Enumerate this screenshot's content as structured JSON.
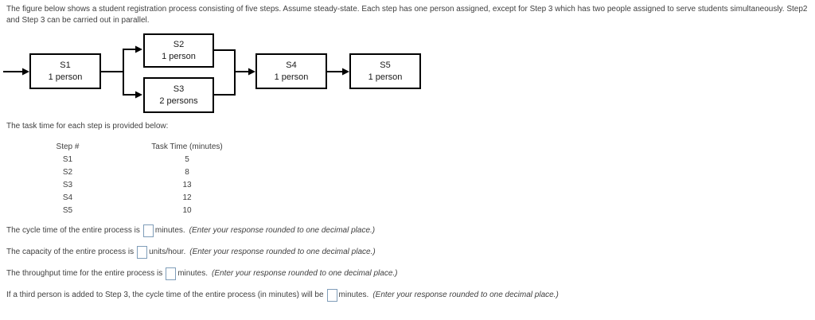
{
  "intro": {
    "text": "The figure below shows a student registration process consisting of five steps. Assume steady-state. Each step has one person assigned, except for Step 3 which has two people assigned to serve students simultaneously. Step2 and Step 3 can be carried out in parallel."
  },
  "diagram": {
    "steps": [
      {
        "label": "S1",
        "staff": "1 person"
      },
      {
        "label": "S2",
        "staff": "1 person"
      },
      {
        "label": "S3",
        "staff": "2 persons"
      },
      {
        "label": "S4",
        "staff": "1 person"
      },
      {
        "label": "S5",
        "staff": "1 person"
      }
    ]
  },
  "task_table": {
    "intro": "The task time for each step is provided below:",
    "headers": [
      "Step #",
      "Task Time (minutes)"
    ],
    "rows": [
      [
        "S1",
        "5"
      ],
      [
        "S2",
        "8"
      ],
      [
        "S3",
        "13"
      ],
      [
        "S4",
        "12"
      ],
      [
        "S5",
        "10"
      ]
    ]
  },
  "questions": [
    {
      "before": "The cycle time of the entire process is",
      "after": "minutes.",
      "note": "(Enter your response rounded to one decimal place.)",
      "value": ""
    },
    {
      "before": "The capacity of the entire process is",
      "after": "units/hour.",
      "note": "(Enter your response rounded to one decimal place.)",
      "value": ""
    },
    {
      "before": "The throughput time for the entire process is",
      "after": "minutes.",
      "note": "(Enter your response rounded to one decimal place.)",
      "value": ""
    },
    {
      "before": "If a third person is added to Step 3, the cycle time of the entire process (in minutes) will be",
      "after": "minutes.",
      "note": "(Enter your response rounded to one decimal place.)",
      "value": ""
    }
  ],
  "colors": {
    "text": "#3f3f3f",
    "diagram_border": "#000000",
    "answer_box_border": "#7f9db9",
    "background": "#ffffff"
  }
}
